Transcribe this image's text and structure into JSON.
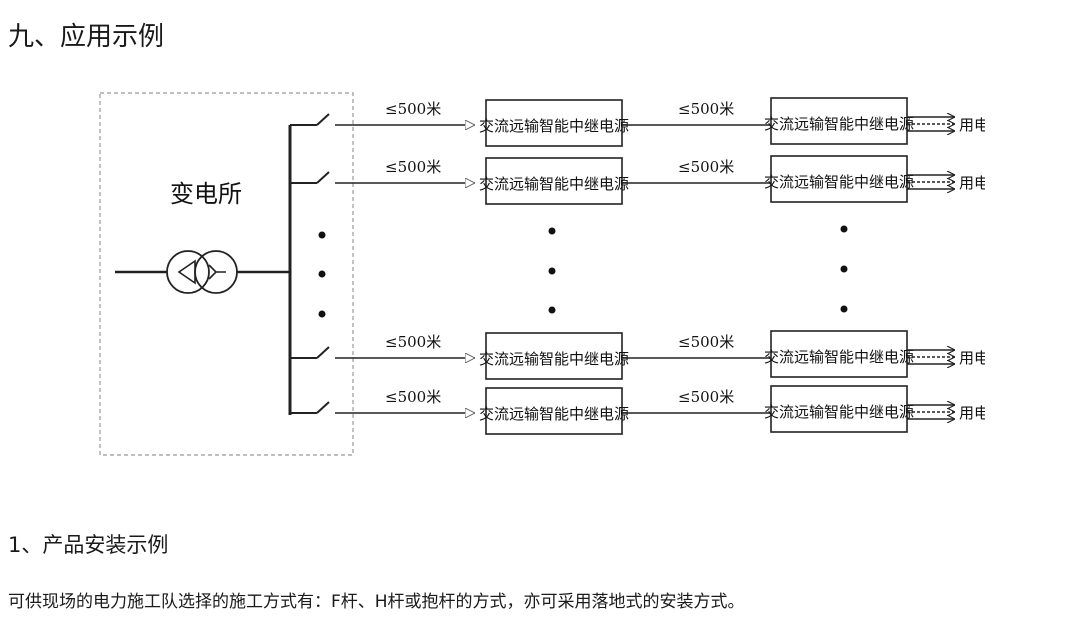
{
  "section_title": "九、应用示例",
  "diagram": {
    "substation_label": "变电所",
    "repeater_label": "交流远输智能中继电源",
    "distance_label": "≤500米",
    "equipment_label": "用电设备"
  },
  "subsection_title": "1、产品安装示例",
  "paragraph": "可供现场的电力施工队选择的施工方式有：F杆、H杆或抱杆的方式，亦可采用落地式的安装方式。"
}
